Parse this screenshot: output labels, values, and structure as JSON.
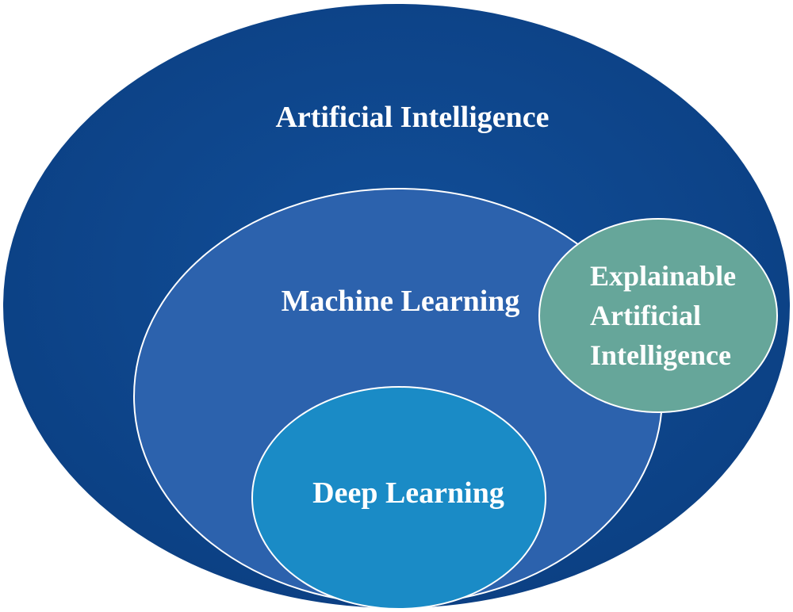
{
  "diagram": {
    "ai": {
      "label": "Artificial Intelligence",
      "fill": "#0e4a93"
    },
    "ml": {
      "label": "Machine Learning",
      "fill": "#2c62ad"
    },
    "dl": {
      "label": "Deep Learning",
      "fill": "#1a8bc6"
    },
    "xai": {
      "lines": [
        "Explainable",
        "Artificial",
        "Intelligence"
      ],
      "fill": "#66a69a"
    },
    "outline_color": "#ffffff"
  }
}
